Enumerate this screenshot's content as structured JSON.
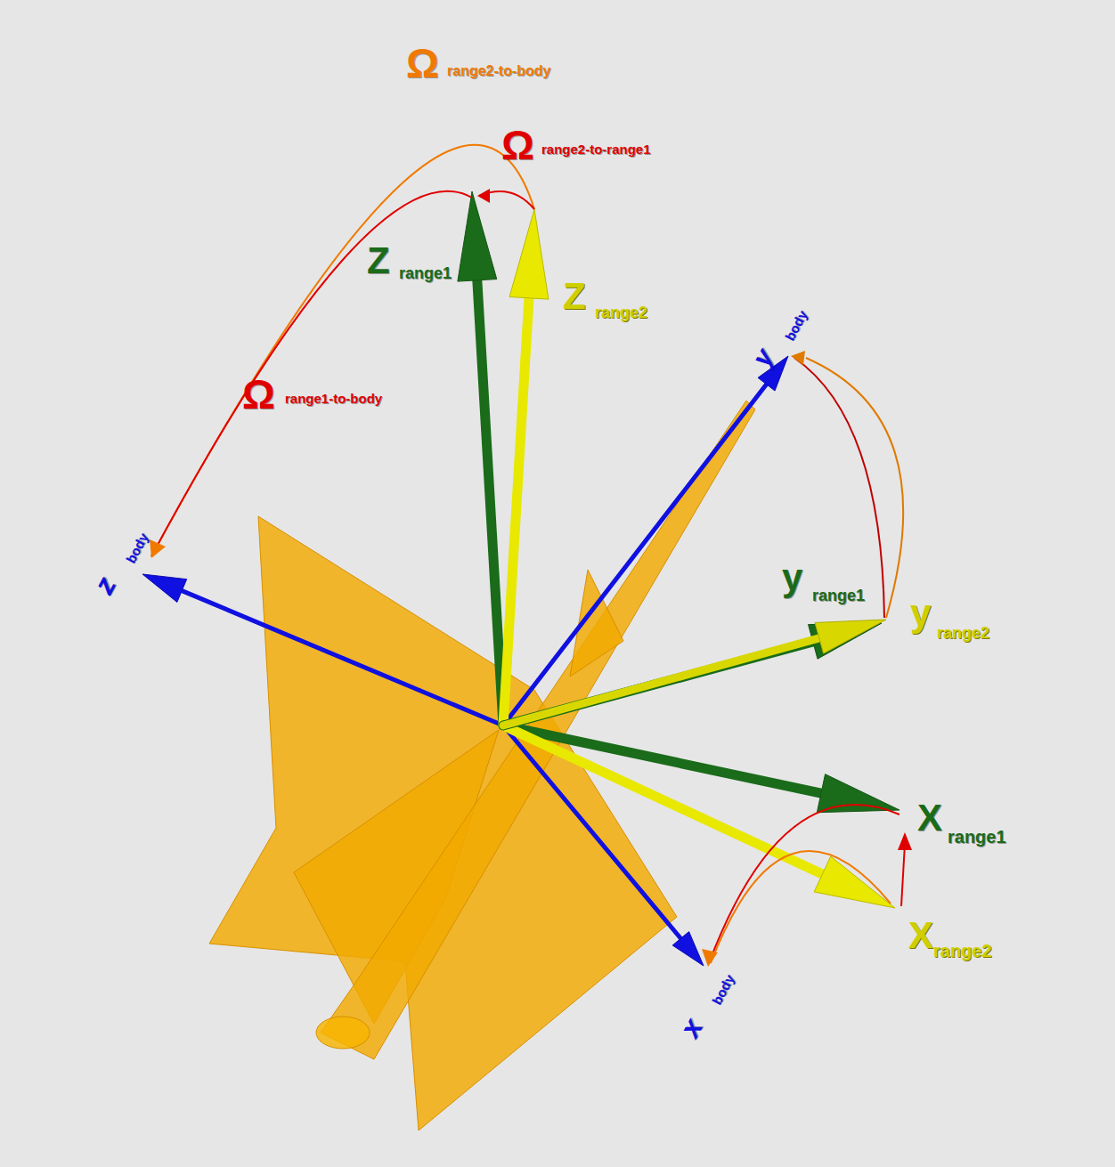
{
  "diagram": {
    "labels": [
      "Ω",
      "range2-to-body",
      "Ω",
      "range2-to-range1",
      "Z",
      "range1",
      "Z",
      "range2",
      "y",
      "body",
      "Ω",
      "range1-to-body",
      "z",
      "body",
      "y",
      "range1",
      "y",
      "range2",
      "X",
      "range1",
      "X",
      "range2",
      "x",
      "body"
    ]
  }
}
